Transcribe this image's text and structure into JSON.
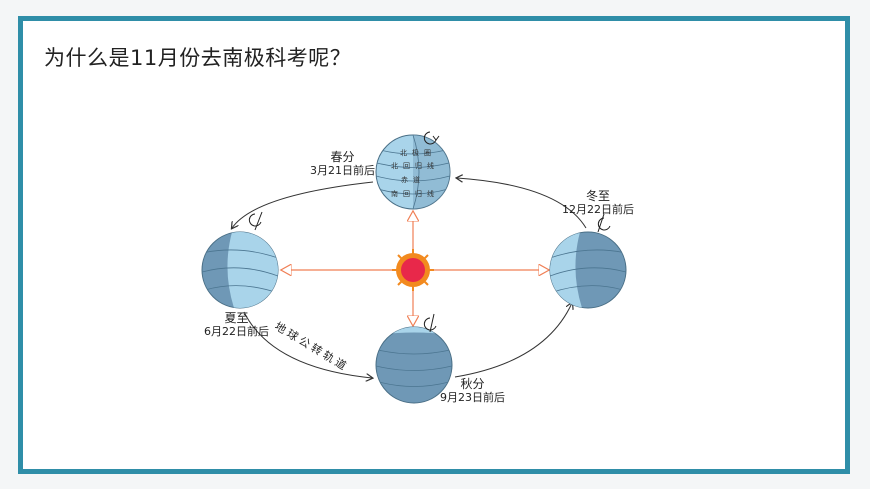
{
  "title": "为什么是11月份去南极科考呢？",
  "diagram": {
    "orbit_label": "地球公转轨道",
    "seasons": {
      "spring": {
        "name": "春分",
        "date": "3月21日前后"
      },
      "summer": {
        "name": "夏至",
        "date": "6月22日前后"
      },
      "autumn": {
        "name": "秋分",
        "date": "9月23日前后"
      },
      "winter": {
        "name": "冬至",
        "date": "12月22日前后"
      }
    },
    "latitude_labels": {
      "arctic_circle": "北极圈",
      "tropic_of_cancer": "北回归线",
      "equator": "赤道",
      "tropic_of_capricorn": "南回归线"
    },
    "colors": {
      "frame": "#2f8ea8",
      "earth_lit": "#a9d4ea",
      "earth_dark": "#6f98b6",
      "sun_core": "#e8284a",
      "sun_ray": "#f28a1f",
      "sunlight": "#f07f55"
    }
  }
}
